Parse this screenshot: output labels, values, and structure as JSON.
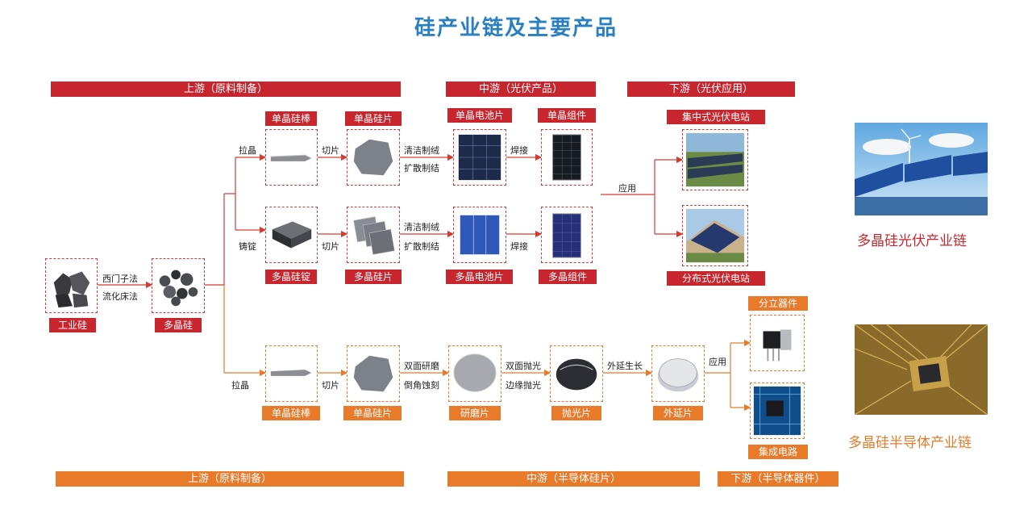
{
  "title": "硅产业链及主要产品",
  "bars": {
    "pv_upstream": "上游（原料制备）",
    "pv_midstream": "中游（光伏产品）",
    "pv_downstream": "下游（光伏应用）",
    "semi_upstream": "上游（原料制备）",
    "semi_midstream": "中游（半导体硅片）",
    "semi_downstream": "下游（半导体器件）"
  },
  "labels": {
    "industrial_si": "工业硅",
    "poly_si": "多晶硅",
    "mono_rod_top": "单晶硅棒",
    "mono_wafer_top": "单晶硅片",
    "mono_cell": "单晶电池片",
    "mono_module": "单晶组件",
    "central_station": "集中式光伏电站",
    "poly_ingot": "多晶硅锭",
    "poly_wafer": "多晶硅片",
    "poly_cell": "多晶电池片",
    "poly_module": "多晶组件",
    "distributed_station": "分布式光伏电站",
    "mono_rod_semi": "单晶硅棒",
    "mono_wafer_semi": "单晶硅片",
    "lapped_wafer": "研磨片",
    "polished_wafer": "抛光片",
    "epi_wafer": "外延片",
    "discrete": "分立器件",
    "ic": "集成电路"
  },
  "processes": {
    "siemens": "西门子法",
    "fluidized": "流化床法",
    "pull_top": "拉晶",
    "cast": "铸锭",
    "pull_semi": "拉晶",
    "cut_top": "切片",
    "cut_mid": "切片",
    "cut_semi": "切片",
    "texture_top": "清洁制绒",
    "diffuse_top": "扩散制结",
    "texture_mid": "清洁制绒",
    "diffuse_mid": "扩散制结",
    "weld_top": "焊接",
    "weld_mid": "焊接",
    "apply_pv": "应用",
    "double_lap": "双面研磨",
    "chamfer": "倒角蚀刻",
    "double_polish": "双面抛光",
    "edge_polish": "边缘抛光",
    "epitaxy": "外延生长",
    "apply_semi": "应用"
  },
  "captions": {
    "pv_chain": "多晶硅光伏产业链",
    "semi_chain": "多晶硅半导体产业链"
  },
  "colors": {
    "title": "#2a7fc0",
    "red": "#c8262e",
    "orange": "#e87a2a"
  }
}
